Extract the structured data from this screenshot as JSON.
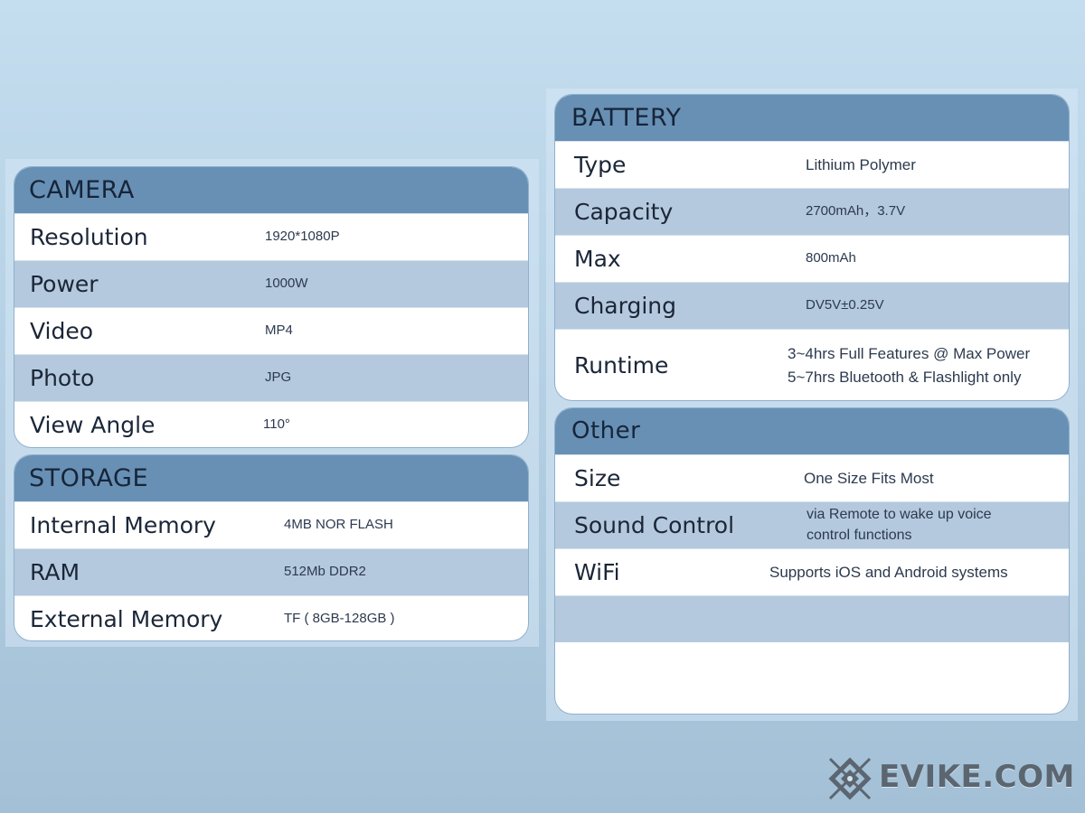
{
  "camera": {
    "title": "CAMERA",
    "rows": [
      {
        "label": "Resolution",
        "value": "1920*1080P"
      },
      {
        "label": "Power",
        "value": "1000W"
      },
      {
        "label": "Video",
        "value": "MP4"
      },
      {
        "label": "Photo",
        "value": "JPG"
      },
      {
        "label": "View Angle",
        "value": "110°"
      }
    ]
  },
  "storage": {
    "title": "STORAGE",
    "rows": [
      {
        "label": "Internal Memory",
        "value": "4MB NOR FLASH"
      },
      {
        "label": "RAM",
        "value": "512Mb DDR2"
      },
      {
        "label": "External Memory",
        "value": "TF ( 8GB-128GB )"
      }
    ]
  },
  "battery": {
    "title": "BATTERY",
    "rows": [
      {
        "label": "Type",
        "value": "Lithium Polymer"
      },
      {
        "label": "Capacity",
        "value": "2700mAh，3.7V"
      },
      {
        "label": "Max",
        "value": "800mAh"
      },
      {
        "label": "Charging",
        "value": "DV5V±0.25V"
      },
      {
        "label": "Runtime",
        "value_line1": "3~4hrs Full Features @ Max Power",
        "value_line2": "5~7hrs Bluetooth & Flashlight only"
      }
    ]
  },
  "other": {
    "title": "Other",
    "rows": [
      {
        "label": "Size",
        "value": "One Size Fits Most"
      },
      {
        "label": "Sound Control",
        "value_line1": "via Remote to wake up voice",
        "value_line2": "control functions"
      },
      {
        "label": "WiFi",
        "value": "Supports iOS and Android systems"
      }
    ]
  },
  "watermark": {
    "text": "EVIKE.COM",
    "icon": "evike-logo-icon"
  },
  "colors": {
    "header": "#6890b4",
    "shaded_row": "#b4c9dd",
    "row": "#ffffff"
  }
}
